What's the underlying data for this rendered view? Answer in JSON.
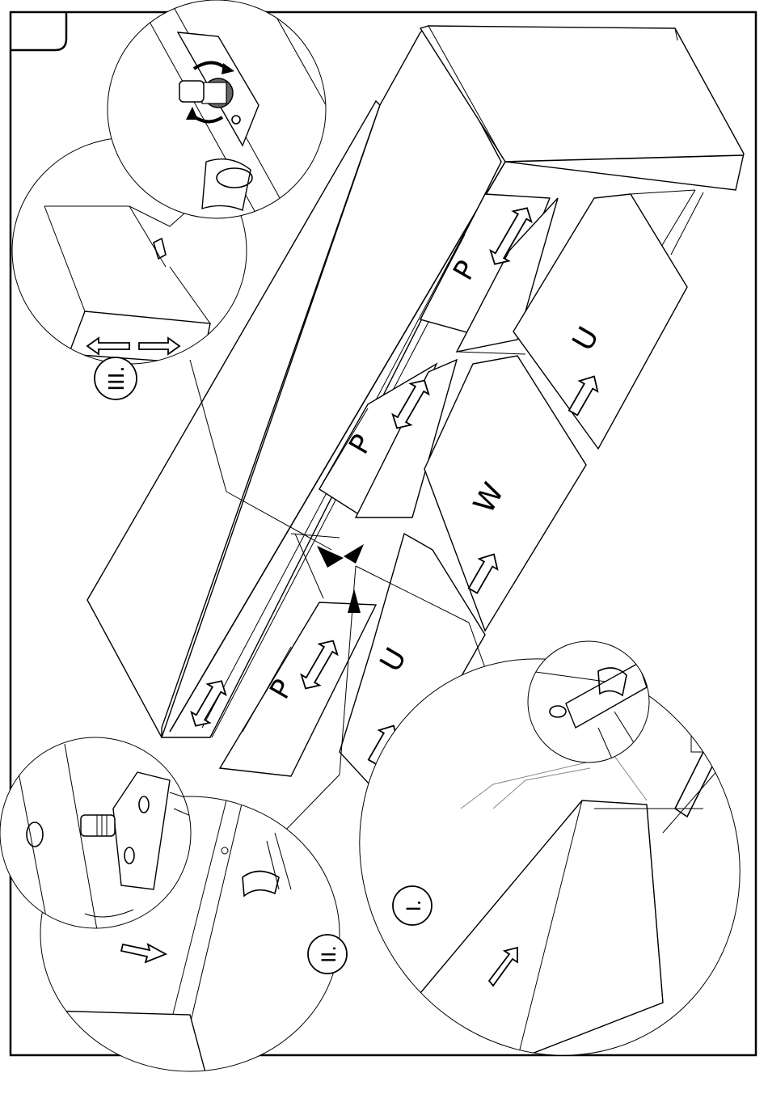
{
  "step_number": "",
  "panel_labels": {
    "p1": "P",
    "p2": "P",
    "p3": "P",
    "u1": "U",
    "u2": "U",
    "w": "W"
  },
  "detail_labels": {
    "detail_1": "I.",
    "detail_2": "II.",
    "detail_3": "III."
  },
  "colors": {
    "line": "#000000",
    "background": "#ffffff",
    "knob": "#666666"
  },
  "icons": [
    "move-arrow",
    "rotate-arrow",
    "pointer-triangle",
    "adjustment-screw",
    "hinge-clip"
  ]
}
